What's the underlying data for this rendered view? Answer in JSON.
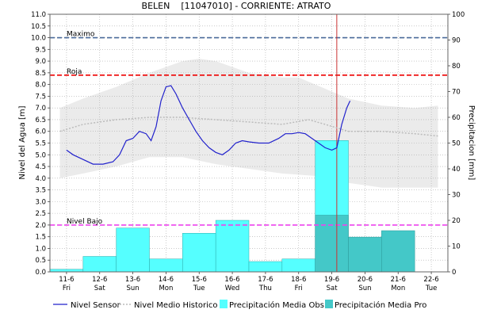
{
  "chart_data": {
    "type": "bar+line",
    "title": "BELEN    [11047010] - CORRIENTE: ATRATO",
    "ylabel_left": "Nivel del Agua [m]",
    "ylabel_right": "Precipitacion [mm]",
    "ylim_left": [
      0,
      11
    ],
    "ylim_right": [
      0,
      100
    ],
    "yticks_left": [
      "0.0",
      "0.5",
      "1.0",
      "1.5",
      "2.0",
      "2.5",
      "3.0",
      "3.5",
      "4.0",
      "4.5",
      "5.0",
      "5.5",
      "6.0",
      "6.5",
      "7.0",
      "7.5",
      "8.0",
      "8.5",
      "9.0",
      "9.5",
      "10.0",
      "10.5",
      "11.0"
    ],
    "yticks_right": [
      "0",
      "10",
      "20",
      "30",
      "40",
      "50",
      "60",
      "70",
      "80",
      "90",
      "100"
    ],
    "x_dates": [
      "11-6",
      "12-6",
      "13-6",
      "14-6",
      "15-6",
      "16-6",
      "17-6",
      "18-6",
      "19-6",
      "20-6",
      "21-6",
      "22-6"
    ],
    "x_days": [
      "Fri",
      "Sat",
      "Sun",
      "Mon",
      "Tue",
      "Wed",
      "Thu",
      "Fri",
      "Sat",
      "Sun",
      "Mon",
      "Tue"
    ],
    "thresholds": [
      {
        "label": "Maximo",
        "value": 10.0,
        "color": "#4a6a9a"
      },
      {
        "label": "Roja",
        "value": 8.4,
        "color": "#ee0000"
      },
      {
        "label": "Nivel Bajo",
        "value": 2.0,
        "color": "#ee44ee"
      }
    ],
    "now_marker_day": 19.15,
    "historic_band_upper": [
      [
        10.8,
        7.0
      ],
      [
        11.5,
        7.4
      ],
      [
        12.5,
        7.9
      ],
      [
        13.5,
        8.5
      ],
      [
        14.5,
        9.0
      ],
      [
        15.0,
        9.1
      ],
      [
        15.5,
        9.0
      ],
      [
        16.5,
        8.5
      ],
      [
        17.5,
        8.3
      ],
      [
        18.0,
        8.3
      ],
      [
        18.5,
        8.0
      ],
      [
        19.0,
        7.7
      ],
      [
        19.5,
        7.4
      ],
      [
        20.5,
        7.1
      ],
      [
        21.5,
        7.0
      ],
      [
        22.2,
        7.1
      ]
    ],
    "historic_band_lower": [
      [
        10.8,
        4.0
      ],
      [
        11.5,
        4.2
      ],
      [
        12.5,
        4.5
      ],
      [
        13.5,
        4.9
      ],
      [
        14.5,
        4.9
      ],
      [
        15.5,
        4.6
      ],
      [
        16.5,
        4.4
      ],
      [
        17.5,
        4.2
      ],
      [
        18.5,
        4.1
      ],
      [
        19.0,
        4.0
      ],
      [
        19.5,
        3.8
      ],
      [
        20.5,
        3.6
      ],
      [
        21.5,
        3.6
      ],
      [
        22.2,
        3.6
      ]
    ],
    "series": [
      {
        "name": "Nivel Sensor",
        "color": "#2222cc",
        "points": [
          [
            11.0,
            5.2
          ],
          [
            11.2,
            5.0
          ],
          [
            11.5,
            4.8
          ],
          [
            11.8,
            4.6
          ],
          [
            12.1,
            4.6
          ],
          [
            12.4,
            4.7
          ],
          [
            12.6,
            5.0
          ],
          [
            12.8,
            5.6
          ],
          [
            13.0,
            5.7
          ],
          [
            13.2,
            6.0
          ],
          [
            13.4,
            5.9
          ],
          [
            13.55,
            5.6
          ],
          [
            13.7,
            6.2
          ],
          [
            13.85,
            7.3
          ],
          [
            14.0,
            7.9
          ],
          [
            14.15,
            7.95
          ],
          [
            14.3,
            7.6
          ],
          [
            14.5,
            7.0
          ],
          [
            14.7,
            6.5
          ],
          [
            14.9,
            6.0
          ],
          [
            15.1,
            5.6
          ],
          [
            15.3,
            5.3
          ],
          [
            15.5,
            5.1
          ],
          [
            15.7,
            5.0
          ],
          [
            15.9,
            5.2
          ],
          [
            16.1,
            5.5
          ],
          [
            16.3,
            5.6
          ],
          [
            16.5,
            5.55
          ],
          [
            16.8,
            5.5
          ],
          [
            17.1,
            5.5
          ],
          [
            17.4,
            5.7
          ],
          [
            17.6,
            5.9
          ],
          [
            17.8,
            5.9
          ],
          [
            18.0,
            5.95
          ],
          [
            18.2,
            5.9
          ],
          [
            18.4,
            5.7
          ],
          [
            18.6,
            5.5
          ],
          [
            18.8,
            5.3
          ],
          [
            19.0,
            5.2
          ],
          [
            19.15,
            5.3
          ],
          [
            19.3,
            6.3
          ],
          [
            19.45,
            7.0
          ],
          [
            19.55,
            7.3
          ]
        ]
      },
      {
        "name": "Nivel Medio Historico",
        "color": "#bbbbbb",
        "points": [
          [
            10.8,
            6.0
          ],
          [
            11.5,
            6.3
          ],
          [
            12.5,
            6.5
          ],
          [
            13.5,
            6.6
          ],
          [
            14.5,
            6.6
          ],
          [
            15.5,
            6.5
          ],
          [
            16.5,
            6.4
          ],
          [
            17.5,
            6.3
          ],
          [
            18.3,
            6.5
          ],
          [
            18.8,
            6.3
          ],
          [
            19.5,
            6.0
          ],
          [
            20.5,
            6.0
          ],
          [
            21.5,
            5.9
          ],
          [
            22.2,
            5.8
          ]
        ]
      },
      {
        "name": "Precipitación Media Obs",
        "color": "#55ffff",
        "bars": [
          [
            10.5,
            11.5,
            1
          ],
          [
            11.5,
            12.5,
            6
          ],
          [
            12.5,
            13.5,
            17
          ],
          [
            13.5,
            14.5,
            5
          ],
          [
            14.5,
            15.5,
            15
          ],
          [
            15.5,
            16.5,
            20
          ],
          [
            16.5,
            17.5,
            4
          ],
          [
            17.5,
            18.5,
            5
          ],
          [
            18.5,
            19.5,
            51
          ]
        ]
      },
      {
        "name": "Precipitación Media Pro",
        "color": "#44c8c8",
        "bars": [
          [
            18.5,
            19.5,
            22
          ],
          [
            19.5,
            20.5,
            13.5
          ],
          [
            20.5,
            21.5,
            16
          ]
        ]
      }
    ],
    "grid": true,
    "legend_position": "bottom"
  }
}
